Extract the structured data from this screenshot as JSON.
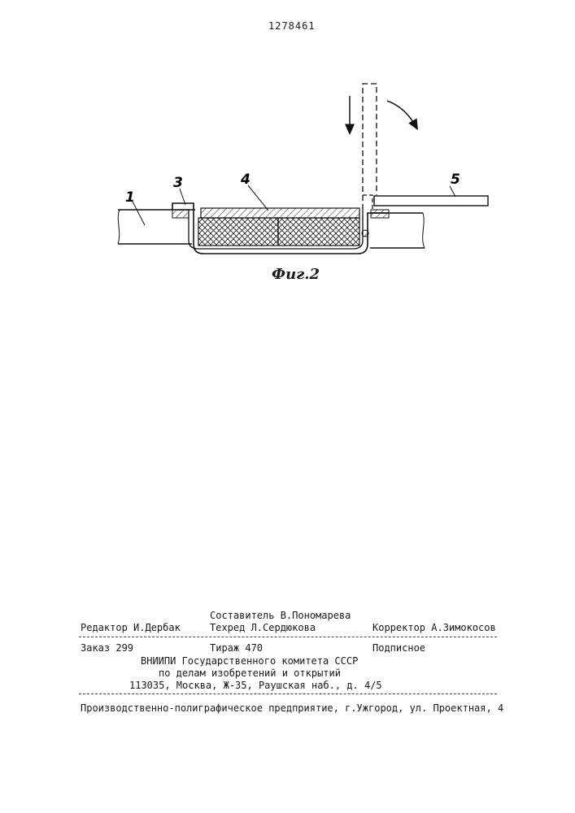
{
  "header": {
    "patent_number": "1278461"
  },
  "figure": {
    "caption": "Фиг.2",
    "labels": [
      "1",
      "3",
      "4",
      "5"
    ]
  },
  "imprint": {
    "editor": "Редактор И.Дербак",
    "compiler": "Составитель В.Пономарева",
    "tech_editor": "Техред Л.Сердюкова",
    "corrector": "Корректор А.Зимокосов",
    "order": "Заказ 299",
    "circulation": "Тираж 470",
    "subscription": "Подписное",
    "org_line1": "ВНИИПИ Государственного комитета СССР",
    "org_line2": "по делам изобретений и открытий",
    "org_address": "113035, Москва, Ж-35, Раушская наб., д. 4/5",
    "printer": "Производственно-полиграфическое предприятие, г.Ужгород, ул. Проектная, 4"
  }
}
